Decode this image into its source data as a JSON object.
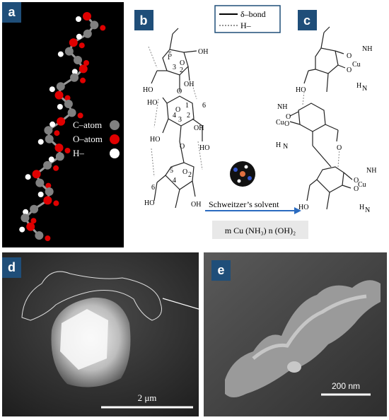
{
  "panels": {
    "a": {
      "label": "a",
      "legend": [
        {
          "text": "C–atom",
          "color": "#808080"
        },
        {
          "text": "O–atom",
          "color": "#e00000"
        },
        {
          "text": "H–",
          "color": "#ffffff"
        }
      ]
    },
    "b": {
      "label": "b"
    },
    "c": {
      "label": "c"
    },
    "d": {
      "label": "d",
      "scale": "2 μm"
    },
    "e": {
      "label": "e",
      "scale": "200 nm"
    }
  },
  "bond_legend": {
    "sigma": "δ–bond",
    "hbond": "H–"
  },
  "reaction": {
    "solvent": "Schweitzer’s solvent",
    "formula": "m Cu (NH₃) n (OH)₂"
  }
}
